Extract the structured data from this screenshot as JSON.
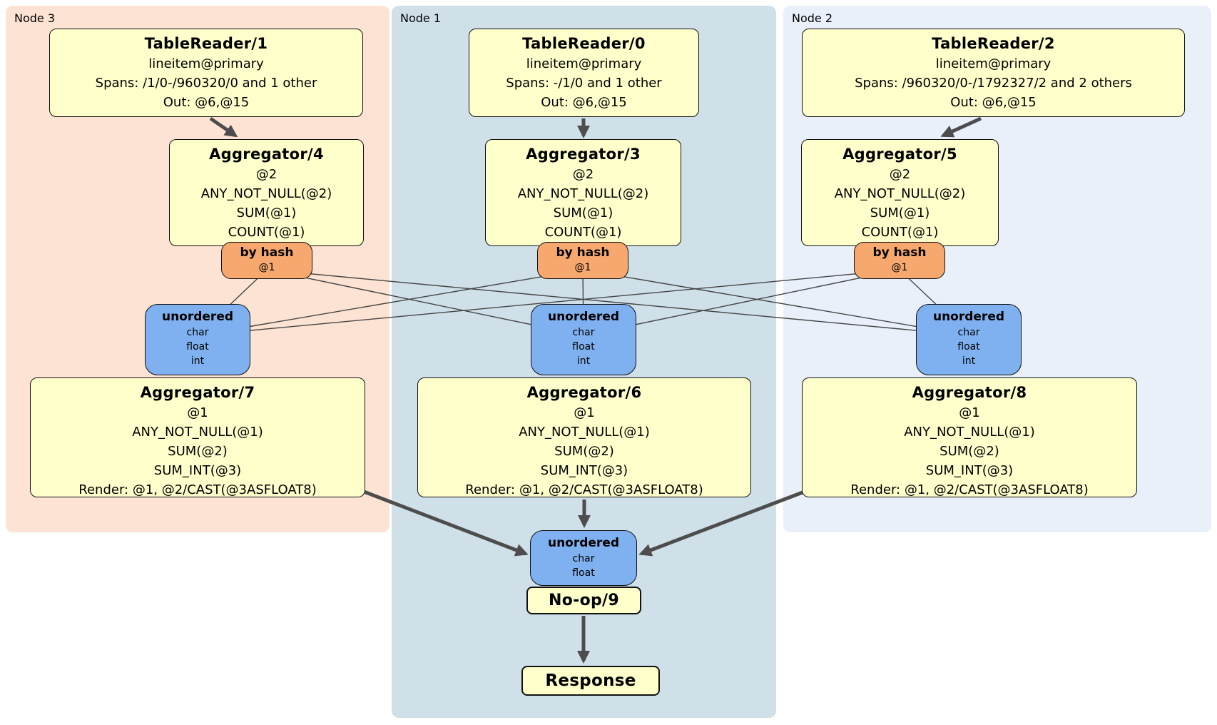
{
  "colors": {
    "operator_box": "#ffffcc",
    "router_box": "#f6a86f",
    "sync_box": "#7fb1f0",
    "node3_bg": "#fce3d3",
    "node1_bg": "#cfe0e9",
    "node2_bg": "#eaf0fa",
    "edge": "#4d4d4d"
  },
  "nodes": [
    {
      "label": "Node 3",
      "table_reader": {
        "title": "TableReader/1",
        "lines": [
          "lineitem@primary",
          "Spans: /1/0-/960320/0 and 1 other",
          "Out: @6,@15"
        ]
      },
      "aggregator": {
        "title": "Aggregator/4",
        "lines": [
          "@2",
          "ANY_NOT_NULL(@2)",
          "SUM(@1)",
          "COUNT(@1)"
        ]
      },
      "router": {
        "title": "by hash",
        "lines": [
          "@1"
        ]
      },
      "sync": {
        "title": "unordered",
        "lines": [
          "char",
          "float",
          "int"
        ]
      },
      "final_aggregator": {
        "title": "Aggregator/7",
        "lines": [
          "@1",
          "ANY_NOT_NULL(@1)",
          "SUM(@2)",
          "SUM_INT(@3)",
          "Render: @1, @2/CAST(@3ASFLOAT8)"
        ]
      }
    },
    {
      "label": "Node 1",
      "table_reader": {
        "title": "TableReader/0",
        "lines": [
          "lineitem@primary",
          "Spans: -/1/0 and 1 other",
          "Out: @6,@15"
        ]
      },
      "aggregator": {
        "title": "Aggregator/3",
        "lines": [
          "@2",
          "ANY_NOT_NULL(@2)",
          "SUM(@1)",
          "COUNT(@1)"
        ]
      },
      "router": {
        "title": "by hash",
        "lines": [
          "@1"
        ]
      },
      "sync": {
        "title": "unordered",
        "lines": [
          "char",
          "float",
          "int"
        ]
      },
      "final_aggregator": {
        "title": "Aggregator/6",
        "lines": [
          "@1",
          "ANY_NOT_NULL(@1)",
          "SUM(@2)",
          "SUM_INT(@3)",
          "Render: @1, @2/CAST(@3ASFLOAT8)"
        ]
      }
    },
    {
      "label": "Node 2",
      "table_reader": {
        "title": "TableReader/2",
        "lines": [
          "lineitem@primary",
          "Spans: /960320/0-/1792327/2 and 2 others",
          "Out: @6,@15"
        ]
      },
      "aggregator": {
        "title": "Aggregator/5",
        "lines": [
          "@2",
          "ANY_NOT_NULL(@2)",
          "SUM(@1)",
          "COUNT(@1)"
        ]
      },
      "router": {
        "title": "by hash",
        "lines": [
          "@1"
        ]
      },
      "sync": {
        "title": "unordered",
        "lines": [
          "char",
          "float",
          "int"
        ]
      },
      "final_aggregator": {
        "title": "Aggregator/8",
        "lines": [
          "@1",
          "ANY_NOT_NULL(@1)",
          "SUM(@2)",
          "SUM_INT(@3)",
          "Render: @1, @2/CAST(@3ASFLOAT8)"
        ]
      }
    }
  ],
  "output_stage": {
    "sync": {
      "title": "unordered",
      "lines": [
        "char",
        "float"
      ]
    },
    "noop_label": "No-op/9",
    "response_label": "Response"
  }
}
